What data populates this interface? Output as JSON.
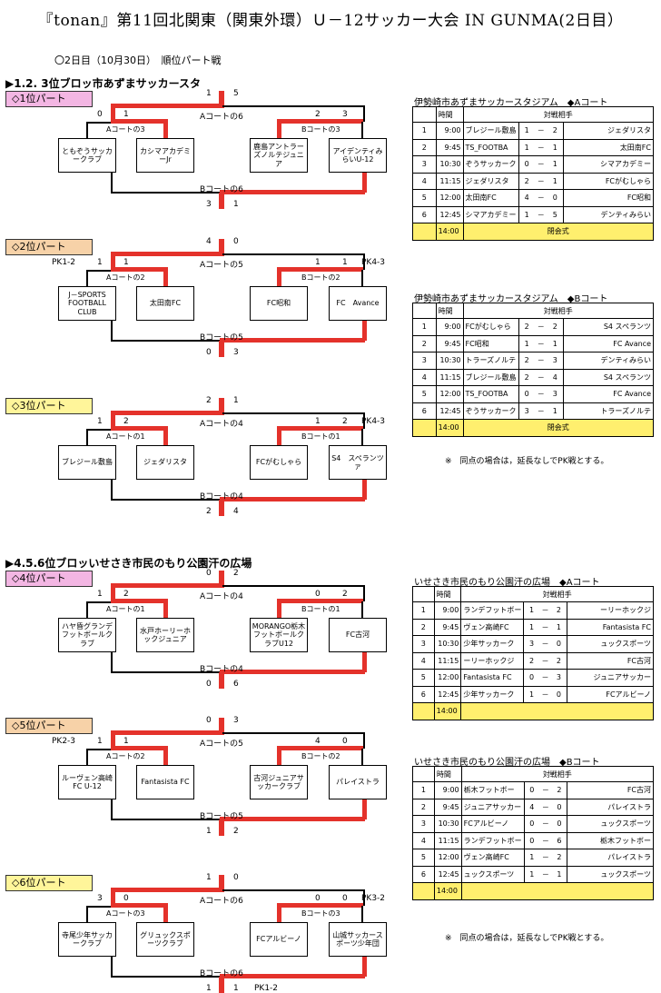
{
  "title": "『tonan』第11回北関東（関東外環）Ｕ－12サッカー大会 IN GUNMA(2日目）",
  "subtitle": "〇2日目（10月30日）　順位パート戦",
  "blocks": [
    {
      "header": "1.2. 3位ブロッ市あずまサッカースタ"
    },
    {
      "header": "4.5.6位ブロッいせさき市民のもり公園汗の広場"
    }
  ],
  "brackets": [
    {
      "part": "◇1位パート",
      "color": "#f3b6e3",
      "top_score": [
        "1",
        "5"
      ],
      "mid_label": "Aコートの6",
      "bottom_label": "Bコートの6",
      "bottom_score": [
        "3",
        "1"
      ],
      "left_score": [
        "0",
        "1"
      ],
      "right_score": [
        "2",
        "3"
      ],
      "left_court": "Aコートの3",
      "right_court": "Bコートの3",
      "pk_left": "",
      "pk_right": "",
      "pk_bottom": "",
      "teams": [
        "ともぞうサッカークラブ",
        "カシマアカデミーJr",
        "鹿島アントラーズノルテジュニア",
        "アイデンティみらいU-12"
      ]
    },
    {
      "part": "◇2位パート",
      "color": "#f7d2a8",
      "top_score": [
        "4",
        "0"
      ],
      "mid_label": "Aコートの5",
      "bottom_label": "Bコートの5",
      "bottom_score": [
        "0",
        "3"
      ],
      "left_score": [
        "1",
        "1"
      ],
      "right_score": [
        "1",
        "1"
      ],
      "left_court": "Aコートの2",
      "right_court": "Bコートの2",
      "pk_left": "PK1-2",
      "pk_right": "PK4-3",
      "pk_bottom": "",
      "teams": [
        "J－SPORTS FOOTBALL CLUB",
        "太田南FC",
        "FC昭和",
        "FC　Avance"
      ]
    },
    {
      "part": "◇3位パート",
      "color": "#fff59a",
      "top_score": [
        "2",
        "1"
      ],
      "mid_label": "Aコートの4",
      "bottom_label": "Bコートの4",
      "bottom_score": [
        "2",
        "4"
      ],
      "left_score": [
        "1",
        "2"
      ],
      "right_score": [
        "1",
        "2"
      ],
      "left_court": "Aコートの1",
      "right_court": "Bコートの1",
      "pk_left": "",
      "pk_right": "PK4-3",
      "pk_bottom": "",
      "teams": [
        "ブレジール敷島",
        "ジェダリスタ",
        "FCがむしゃら",
        "S4　スペランツァ"
      ]
    },
    {
      "part": "◇4位パート",
      "color": "#f3b6e3",
      "top_score": [
        "0",
        "2"
      ],
      "mid_label": "Aコートの4",
      "bottom_label": "Bコートの4",
      "bottom_score": [
        "0",
        "6"
      ],
      "left_score": [
        "1",
        "2"
      ],
      "right_score": [
        "0",
        "2"
      ],
      "left_court": "Aコートの1",
      "right_court": "Bコートの1",
      "pk_left": "",
      "pk_right": "",
      "pk_bottom": "",
      "teams": [
        "ハヤ昏グランデフットボールクラブ",
        "水戸ホーリーホックジュニア",
        "MORANGO栃木フットボールクラブU12",
        "FC古河"
      ]
    },
    {
      "part": "◇5位パート",
      "color": "#f7d2a8",
      "top_score": [
        "0",
        "3"
      ],
      "mid_label": "Aコートの5",
      "bottom_label": "Bコートの5",
      "bottom_score": [
        "1",
        "2"
      ],
      "left_score": [
        "1",
        "1"
      ],
      "right_score": [
        "4",
        "0"
      ],
      "left_court": "Aコートの2",
      "right_court": "Bコートの2",
      "pk_left": "PK2-3",
      "pk_right": "",
      "pk_bottom": "",
      "teams": [
        "ルーヴェン高崎FC U-12",
        "Fantasista FC",
        "古河ジュニアサッカークラブ",
        "パレイストラ"
      ]
    },
    {
      "part": "◇6位パート",
      "color": "#fff59a",
      "top_score": [
        "1",
        "0"
      ],
      "mid_label": "Aコートの6",
      "bottom_label": "Bコートの6",
      "bottom_score": [
        "1",
        "1"
      ],
      "left_score": [
        "3",
        "0"
      ],
      "right_score": [
        "0",
        "0"
      ],
      "left_court": "Aコートの3",
      "right_court": "Bコートの3",
      "pk_left": "",
      "pk_right": "PK3-2",
      "pk_bottom": "PK1-2",
      "teams": [
        "寺尾少年サッカークラブ",
        "グリュックスポーツクラブ",
        "FCアルビーノ",
        "山城サッカースポーツ少年団"
      ]
    }
  ],
  "schedules": [
    {
      "venue": "伊勢崎市あずまサッカースタジアム　◆Aコート",
      "h_time": "時間",
      "h_match": "対戦相手",
      "rows": [
        [
          "1",
          "9:00",
          "ブレジール敷島",
          "1",
          "－",
          "2",
          "ジェダリスタ"
        ],
        [
          "2",
          "9:45",
          "TS_FOOTBA",
          "1",
          "－",
          "1",
          "太田南FC"
        ],
        [
          "3",
          "10:30",
          "ぞうサッカーク",
          "0",
          "－",
          "1",
          "シマアカデミー"
        ],
        [
          "4",
          "11:15",
          "ジェダリスタ",
          "2",
          "－",
          "1",
          "FCがむしゃら"
        ],
        [
          "5",
          "12:00",
          "太田南FC",
          "4",
          "－",
          "0",
          "FC昭和"
        ],
        [
          "6",
          "12:45",
          "シマアカデミー",
          "1",
          "－",
          "5",
          "デンティみらい"
        ]
      ],
      "closing_time": "14:00",
      "closing": "閉会式"
    },
    {
      "venue": "伊勢崎市あずまサッカースタジアム　◆Bコート",
      "h_time": "時間",
      "h_match": "対戦相手",
      "rows": [
        [
          "1",
          "9:00",
          "FCがむしゃら",
          "2",
          "－",
          "2",
          "S4 スペランツ"
        ],
        [
          "2",
          "9:45",
          "FC昭和",
          "1",
          "－",
          "1",
          "FC Avance"
        ],
        [
          "3",
          "10:30",
          "トラーズノルテ",
          "2",
          "－",
          "3",
          "デンティみらい"
        ],
        [
          "4",
          "11:15",
          "ブレジール敷島",
          "2",
          "－",
          "4",
          "S4 スペランツ"
        ],
        [
          "5",
          "12:00",
          "TS_FOOTBA",
          "0",
          "－",
          "3",
          "FC Avance"
        ],
        [
          "6",
          "12:45",
          "ぞうサッカーク",
          "3",
          "－",
          "1",
          "トラーズノルテ"
        ]
      ],
      "closing_time": "14:00",
      "closing": "閉会式"
    },
    {
      "venue": "いせさき市民のもり公園汗の広場　◆Aコート",
      "h_time": "時間",
      "h_match": "対戦相手",
      "rows": [
        [
          "1",
          "9:00",
          "ランデフットボー",
          "1",
          "－",
          "2",
          "ーリーホックジ"
        ],
        [
          "2",
          "9:45",
          "ヴェン高崎FC",
          "1",
          "－",
          "1",
          "Fantasista FC"
        ],
        [
          "3",
          "10:30",
          "少年サッカーク",
          "3",
          "－",
          "0",
          "ュックスポーツ"
        ],
        [
          "4",
          "11:15",
          "ーリーホックジ",
          "2",
          "－",
          "2",
          "FC古河"
        ],
        [
          "5",
          "12:00",
          "Fantasista FC",
          "0",
          "－",
          "3",
          "ジュニアサッカー"
        ],
        [
          "6",
          "12:45",
          "少年サッカーク",
          "1",
          "－",
          "0",
          "FCアルビーノ"
        ]
      ],
      "closing_time": "14:00",
      "closing": ""
    },
    {
      "venue": "いせさき市民のもり公園汗の広場　◆Bコート",
      "h_time": "時間",
      "h_match": "対戦相手",
      "rows": [
        [
          "1",
          "9:00",
          "栃木フットボー",
          "0",
          "－",
          "2",
          "FC古河"
        ],
        [
          "2",
          "9:45",
          "ジュニアサッカー",
          "4",
          "－",
          "0",
          "パレイストラ"
        ],
        [
          "3",
          "10:30",
          "FCアルビーノ",
          "0",
          "－",
          "0",
          "ュックスポーツ"
        ],
        [
          "4",
          "11:15",
          "ランデフットボー",
          "0",
          "－",
          "6",
          "栃木フットボー"
        ],
        [
          "5",
          "12:00",
          "ヴェン高崎FC",
          "1",
          "－",
          "2",
          "パレイストラ"
        ],
        [
          "6",
          "12:45",
          "ュックスポーツ",
          "1",
          "－",
          "1",
          "ュックスポーツ"
        ]
      ],
      "closing_time": "14:00",
      "closing": ""
    }
  ],
  "note": "※　同点の場合は，延長なしでPK戦とする。"
}
